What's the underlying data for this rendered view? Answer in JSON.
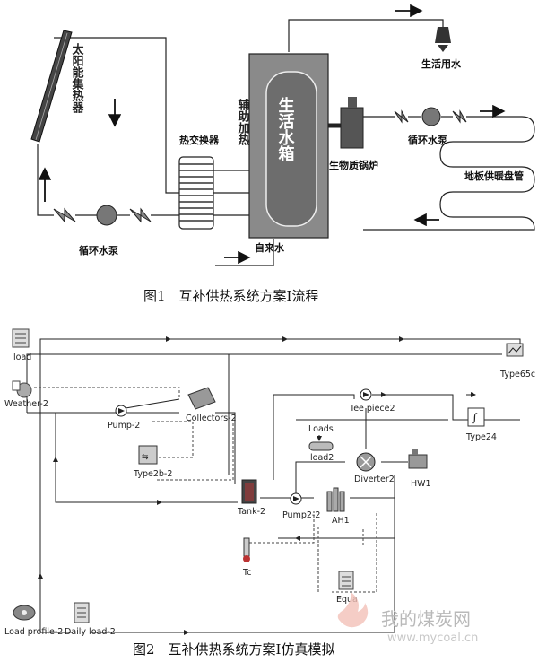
{
  "figure1": {
    "caption": "图1　互补供热系统方案Ⅰ流程",
    "solar_collector": "太阳能集热器",
    "heat_exchanger": "热交换器",
    "hot_water_tank": "生活水箱",
    "auxiliary_heater": "辅助加热",
    "domestic_water": "生活用水",
    "biomass_boiler": "生物质锅炉",
    "pump_left": "循环水泵",
    "pump_right": "循环水泵",
    "floor_heating": "地板供暖盘管",
    "tap_water": "自来水"
  },
  "figure2": {
    "caption": "图2　互补供热系统方案Ⅰ仿真模拟",
    "components": {
      "load": "load",
      "weather": "Weather-2",
      "pump2": "Pump-2",
      "collectors": "Collectors-2",
      "type2b": "Type2b-2",
      "loads": "Loads",
      "load2": "load2",
      "tee_piece": "Tee piece2",
      "type24": "Type24",
      "type65c": "Type65c",
      "diverter": "Diverter2",
      "hw1": "HW1",
      "tank": "Tank-2",
      "pump22": "Pump2-2",
      "ah1": "AH1",
      "tc": "Tc",
      "equa": "Equa",
      "load_profile": "Load profile-2",
      "daily_load": "Daily load-2"
    }
  },
  "watermark": {
    "text": "我的煤炭网",
    "url": "www.mycoal.cn"
  }
}
